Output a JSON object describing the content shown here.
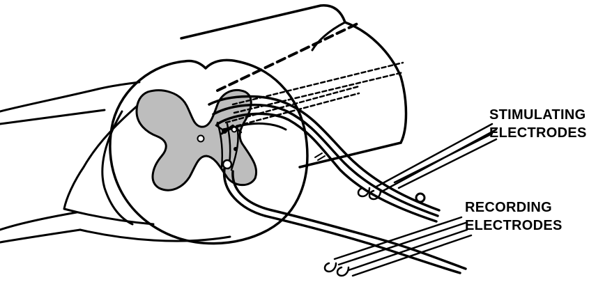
{
  "labels": {
    "stimulating_line1": "STIMULATING",
    "stimulating_line2": "ELECTRODES",
    "recording_line1": "RECORDING",
    "recording_line2": "ELECTRODES"
  },
  "colors": {
    "ink": "#000000",
    "gray_matter": "#bdbdbd",
    "background": "#ffffff"
  }
}
